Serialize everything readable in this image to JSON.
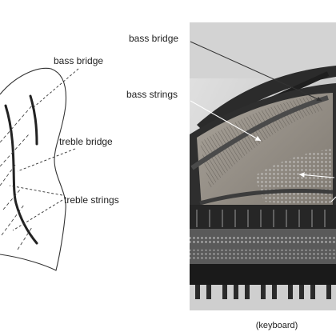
{
  "diagram": {
    "labels": {
      "bass_bridge": "bass bridge",
      "treble_bridge": "treble bridge",
      "treble_strings": "treble strings"
    }
  },
  "photo": {
    "labels": {
      "bass_bridge": "bass bridge",
      "bass_strings": "bass strings"
    },
    "caption": "(keyboard)"
  }
}
